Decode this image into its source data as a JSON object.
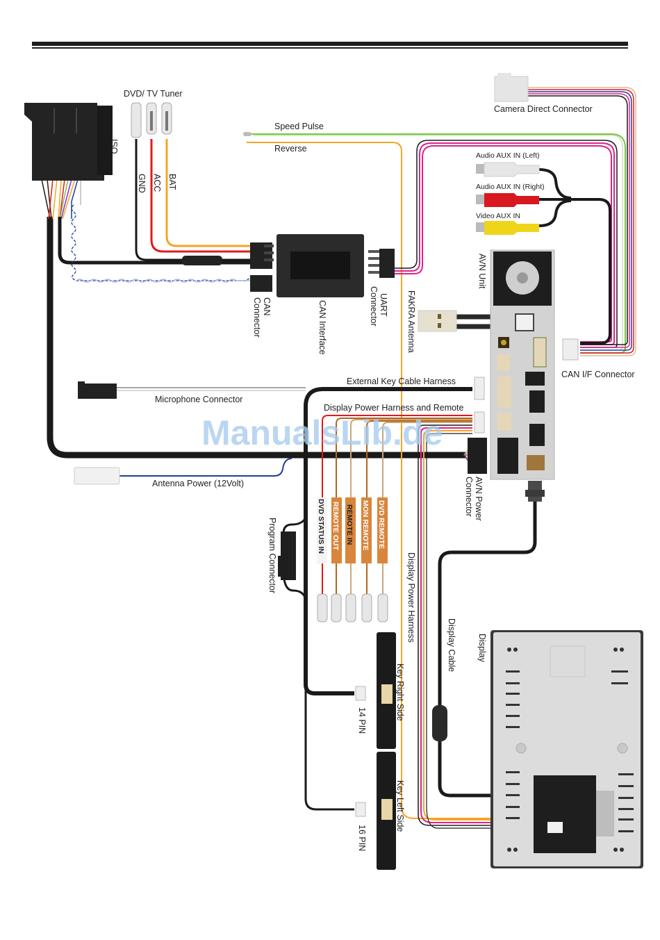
{
  "watermark": "ManualsLib.de",
  "components": {
    "iso": "ISO",
    "dvd_tv_tuner": "DVD/ TV Tuner",
    "gnd": "GND",
    "acc": "ACC",
    "bat": "BAT",
    "speed_pulse": "Speed Pulse",
    "reverse": "Reverse",
    "camera_direct_connector": "Camera Direct Connector",
    "audio_aux_left": "Audio AUX IN (Left)",
    "audio_aux_right": "Audio AUX IN (Right)",
    "video_aux": "Video AUX IN",
    "can_connector": "CAN Connector",
    "can_connector_l1": "CAN",
    "can_connector_l2": "Connector",
    "can_interface": "CAN Interface",
    "uart_connector_l1": "UART",
    "uart_connector_l2": "Connector",
    "fakra_antenna": "FAKRA Antenna",
    "avn_unit": "AVN Unit",
    "can_if_connector": "CAN I/F Connector",
    "external_key_cable_harness": "External Key Cable Harness",
    "microphone_connector": "Microphone Connector",
    "display_power_harness_remote": "Display Power Harness and Remote",
    "antenna_power": "Antenna Power (12Volt)",
    "avn_power_connector_l1": "AVN Power",
    "avn_power_connector_l2": "Connector",
    "program_connector": "Program Connector",
    "display_power_harness": "Display Power Harness",
    "display_cable": "Display Cable",
    "display": "Display",
    "key_right_side": "Key Right Side",
    "key_left_side": "Key Left Side",
    "pin14": "14 PIN",
    "pin16": "16 PIN"
  },
  "wire_tags": [
    {
      "label": "DVD STATUS IN",
      "style": "white"
    },
    {
      "label": "REMOTE OUT",
      "style": "orange"
    },
    {
      "label": "REMOTE IN",
      "style": "orange-dark"
    },
    {
      "label": "MON REMOTE",
      "style": "orange"
    },
    {
      "label": "DVD REMOTE",
      "style": "orange"
    }
  ],
  "colors": {
    "wire_black": "#1a1a1a",
    "wire_red": "#e01b1b",
    "wire_orange": "#f5a623",
    "wire_green": "#7cc242",
    "wire_magenta": "#e0218a",
    "wire_blue": "#1d3f9e",
    "wire_brown": "#b5651d",
    "tag_orange": "#d9853b"
  }
}
